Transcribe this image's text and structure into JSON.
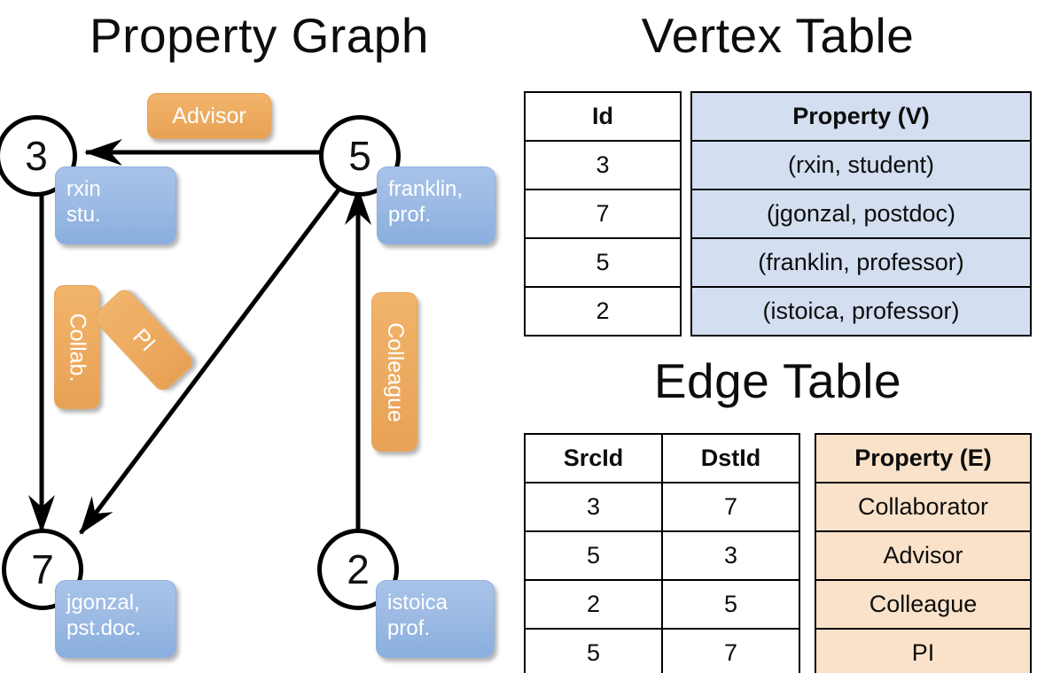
{
  "titles": {
    "property_graph": "Property Graph",
    "vertex_table": "Vertex Table",
    "edge_table": "Edge Table"
  },
  "colors": {
    "vertex_fill": "#d3dff0",
    "edge_fill": "#fae2ca",
    "node_box": "#9dbbe4",
    "edge_label_box": "#eead63",
    "stroke": "#000000"
  },
  "graph": {
    "nodes": [
      {
        "id": "3",
        "property_line1": "rxin",
        "property_line2": "stu."
      },
      {
        "id": "5",
        "property_line1": "franklin,",
        "property_line2": "prof."
      },
      {
        "id": "7",
        "property_line1": "jgonzal,",
        "property_line2": "pst.doc."
      },
      {
        "id": "2",
        "property_line1": "istoica",
        "property_line2": "prof."
      }
    ],
    "edge_labels": [
      {
        "text": "Advisor",
        "orientation": "horizontal"
      },
      {
        "text": "Collab.",
        "orientation": "vertical"
      },
      {
        "text": "PI",
        "orientation": "diagonal"
      },
      {
        "text": "Colleague",
        "orientation": "vertical"
      }
    ]
  },
  "vertex_table": {
    "headers": {
      "id": "Id",
      "property": "Property (V)"
    },
    "rows": [
      {
        "id": "3",
        "property": "(rxin, student)"
      },
      {
        "id": "7",
        "property": "(jgonzal, postdoc)"
      },
      {
        "id": "5",
        "property": "(franklin, professor)"
      },
      {
        "id": "2",
        "property": "(istoica, professor)"
      }
    ]
  },
  "edge_table": {
    "headers": {
      "src": "SrcId",
      "dst": "DstId",
      "property": "Property (E)"
    },
    "rows": [
      {
        "src": "3",
        "dst": "7",
        "property": "Collaborator"
      },
      {
        "src": "5",
        "dst": "3",
        "property": "Advisor"
      },
      {
        "src": "2",
        "dst": "5",
        "property": "Colleague"
      },
      {
        "src": "5",
        "dst": "7",
        "property": "PI"
      }
    ]
  }
}
